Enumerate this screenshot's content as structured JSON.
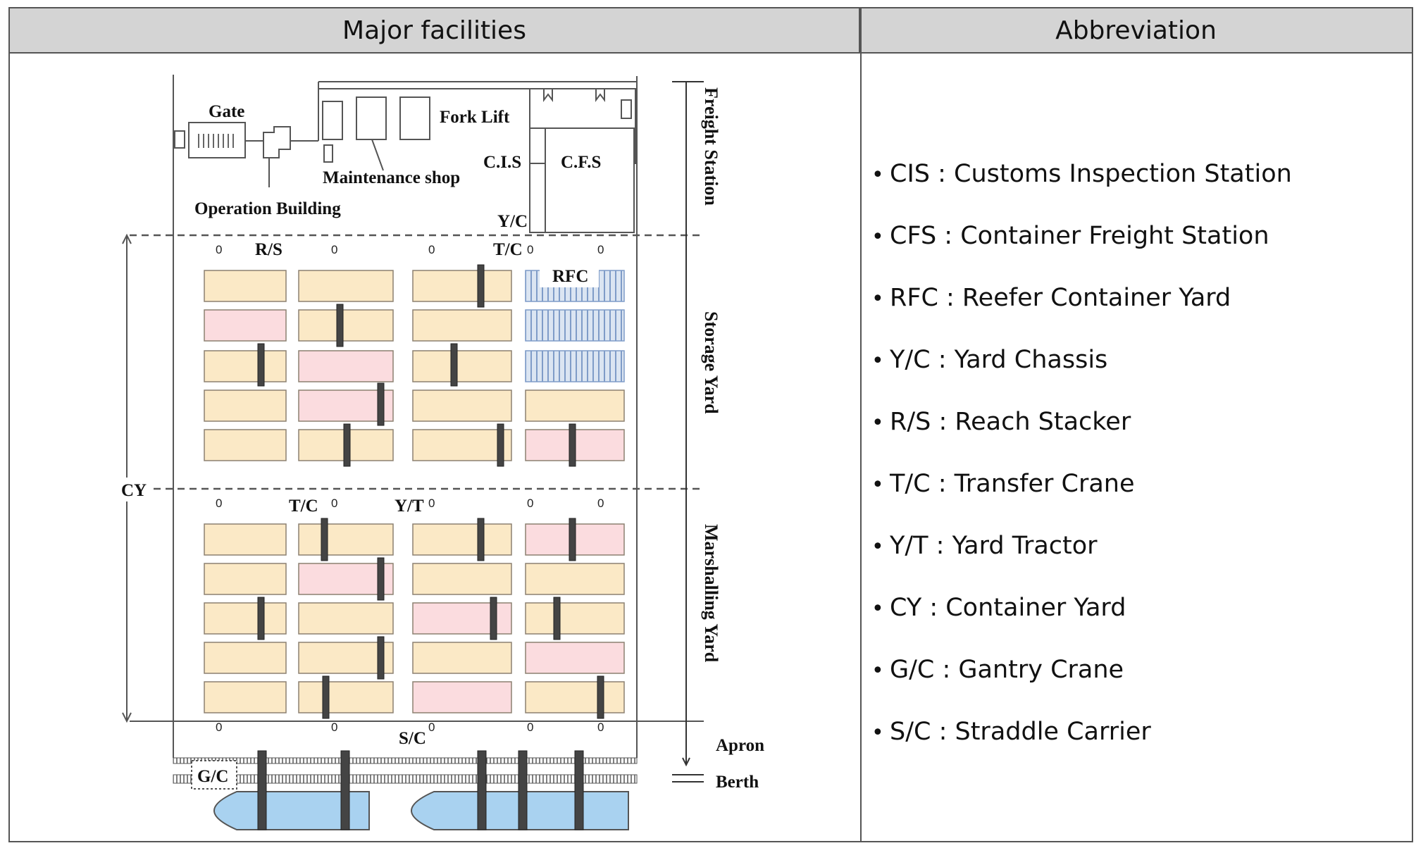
{
  "table": {
    "headers": [
      "Major facilities",
      "Abbreviation"
    ]
  },
  "diagram": {
    "labels": {
      "gate": "Gate",
      "fork_lift": "Fork Lift",
      "maintenance_shop": "Maintenance shop",
      "cis": "C.I.S",
      "cfs": "C.F.S",
      "operation_building": "Operation Building",
      "yc": "Y/C",
      "rs": "R/S",
      "tc_top": "T/C",
      "rfc": "RFC",
      "cy": "CY",
      "tc_mid": "T/C",
      "yt": "Y/T",
      "sc": "S/C",
      "gc": "G/C",
      "apron": "Apron",
      "berth": "Berth",
      "zero": "0"
    },
    "zones": [
      "Freight Station",
      "Storage Yard",
      "Marshalling Yard"
    ],
    "colors": {
      "yellow_block": "#fbe9c6",
      "pink_block": "#fbdcdf",
      "reefer_block": "#c9d8ec",
      "ship": "#a9d2f0",
      "crane": "#444444"
    }
  },
  "abbreviations": [
    "CIS : Customs Inspection Station",
    "CFS : Container Freight Station",
    "RFC : Reefer Container Yard",
    "Y/C : Yard Chassis",
    "R/S : Reach Stacker",
    "T/C : Transfer Crane",
    "Y/T : Yard Tractor",
    "CY : Container Yard",
    "G/C : Gantry Crane",
    "S/C : Straddle Carrier"
  ]
}
